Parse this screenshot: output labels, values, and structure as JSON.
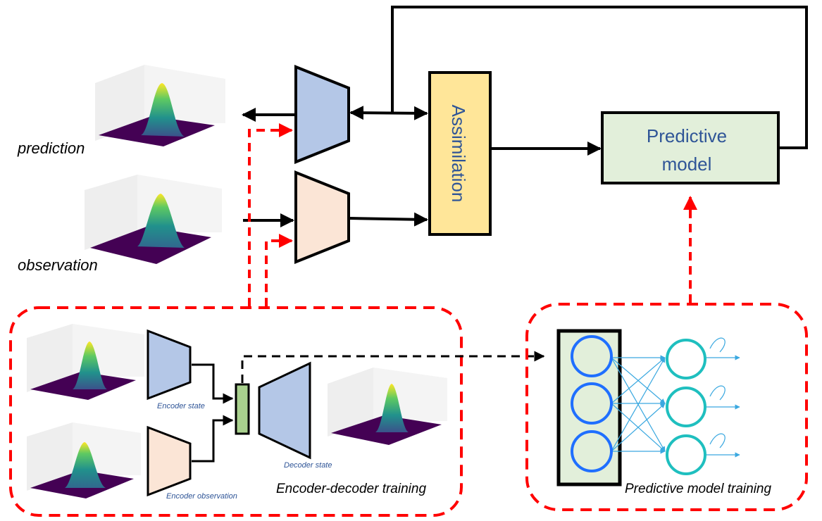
{
  "labels": {
    "prediction": "prediction",
    "observation": "observation",
    "assimilation": "Assimilation",
    "predictive_model_line1": "Predictive",
    "predictive_model_line2": "model",
    "encoder_state": "Encoder state",
    "encoder_observation": "Encoder observation",
    "decoder_state": "Decoder state",
    "encoder_decoder_training": "Encoder-decoder training",
    "predictive_model_training": "Predictive model training"
  },
  "colors": {
    "encoder_state_fill": "#b4c7e7",
    "encoder_observation_fill": "#fbe5d6",
    "assimilation_fill": "#ffe699",
    "predictive_model_fill": "#e2efda",
    "latent_fill": "#a9d18e",
    "dashed_red": "#ff0000",
    "neuron_blue": "#1f6fff",
    "neuron_teal": "#1fbfbf",
    "connection": "#3aa8e0",
    "label_blue": "#2f5597",
    "surface_dark": "#440154",
    "surface_peak": "#fde725"
  }
}
